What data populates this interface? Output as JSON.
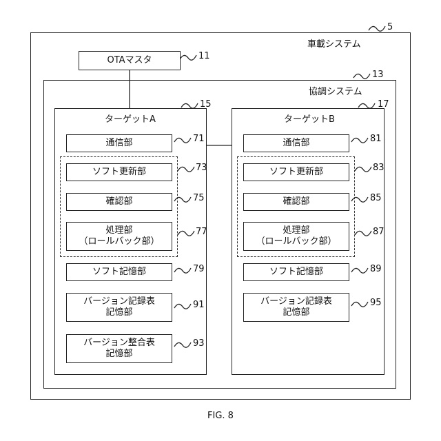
{
  "system": {
    "label": "車載システム",
    "ref": "5"
  },
  "ota_master": {
    "label": "OTAマスタ",
    "ref": "11"
  },
  "coop_system": {
    "label": "協調システム",
    "ref": "13"
  },
  "target_a": {
    "title": "ターゲットA",
    "ref": "15",
    "comm": {
      "label": "通信部",
      "ref": "71"
    },
    "soft_update": {
      "label": "ソフト更新部",
      "ref": "73"
    },
    "confirm": {
      "label": "確認部",
      "ref": "75"
    },
    "process": {
      "line1": "処理部",
      "line2": "（ロールバック部）",
      "ref": "77"
    },
    "soft_storage": {
      "label": "ソフト記憶部",
      "ref": "79"
    },
    "ver_record": {
      "line1": "バージョン記録表",
      "line2": "記憶部",
      "ref": "91"
    },
    "ver_match": {
      "line1": "バージョン整合表",
      "line2": "記憶部",
      "ref": "93"
    }
  },
  "target_b": {
    "title": "ターゲットB",
    "ref": "17",
    "comm": {
      "label": "通信部",
      "ref": "81"
    },
    "soft_update": {
      "label": "ソフト更新部",
      "ref": "83"
    },
    "confirm": {
      "label": "確認部",
      "ref": "85"
    },
    "process": {
      "line1": "処理部",
      "line2": "（ロールバック部）",
      "ref": "87"
    },
    "soft_storage": {
      "label": "ソフト記憶部",
      "ref": "89"
    },
    "ver_record": {
      "line1": "バージョン記録表",
      "line2": "記憶部",
      "ref": "95"
    }
  },
  "caption": "FIG. 8"
}
